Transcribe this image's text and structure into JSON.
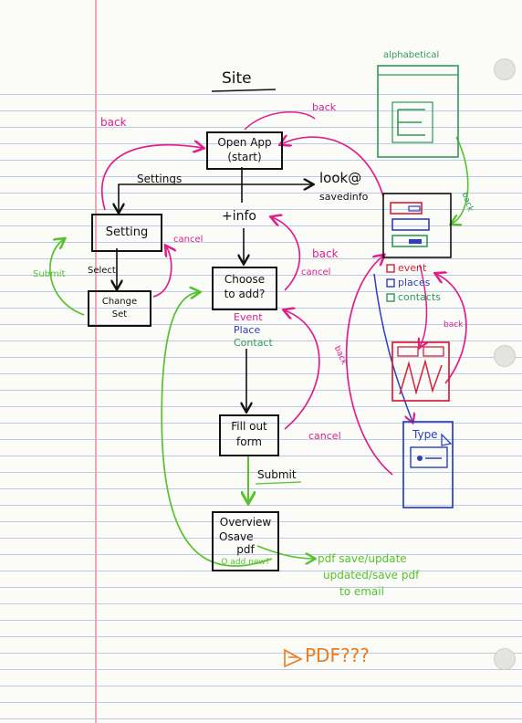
{
  "title": "Site",
  "nodes": {
    "open_app": [
      "Open App",
      "(start)"
    ],
    "setting": "Setting",
    "change_set": [
      "Change",
      "Set"
    ],
    "choose": [
      "Choose",
      "to add?"
    ],
    "fill_form": [
      "Fill out",
      "form"
    ],
    "overview": [
      "Overview",
      "Osave",
      "pdf",
      "O add new?"
    ]
  },
  "labels": {
    "back_left": "back",
    "back_top": "back",
    "settings": "Settings",
    "look_at": "look@",
    "saved_info": "savedinfo",
    "plus_info": "+info",
    "cancel_setting": "cancel",
    "select": "Select",
    "submit_left": "Submit",
    "back_choose": "back",
    "cancel_choose": "cancel",
    "options": [
      "Event",
      "Place",
      "Contact"
    ],
    "cancel_form": "cancel",
    "submit_form": "Submit",
    "pdf_notes": [
      "pdf save/update",
      "updated/save pdf",
      "to email"
    ],
    "pdf_question": "PDF???",
    "alphabetical": "alphabetical",
    "back_alpha": "back",
    "checklist": [
      "event",
      "places",
      "contacts"
    ],
    "back_list": "back",
    "back_type": "back",
    "type": "Type"
  },
  "colors": {
    "ink": "#111111",
    "magenta": "#e01f8c",
    "green": "#58c12e",
    "blue": "#2b3fbf",
    "red": "#d81f3a",
    "teal": "#2f9a5a",
    "orange": "#f07a1a"
  }
}
